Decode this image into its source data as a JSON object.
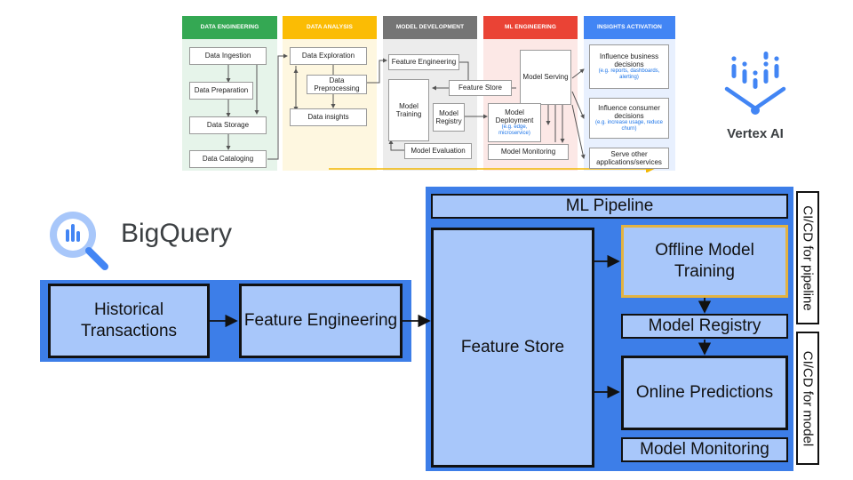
{
  "lifecycle": {
    "columns": [
      {
        "title": "DATA ENGINEERING",
        "color": "#34a853"
      },
      {
        "title": "DATA ANALYSIS",
        "color": "#fbbc04"
      },
      {
        "title": "MODEL DEVELOPMENT",
        "color": "#757575"
      },
      {
        "title": "ML ENGINEERING",
        "color": "#ea4335"
      },
      {
        "title": "INSIGHTS ACTIVATION",
        "color": "#4285f4"
      }
    ],
    "boxes": {
      "data_ingestion": "Data Ingestion",
      "data_preparation": "Data Preparation",
      "data_storage": "Data Storage",
      "data_cataloging": "Data Cataloging",
      "data_exploration": "Data Exploration",
      "data_preprocessing": "Data Preprocessing",
      "data_insights": "Data insights",
      "feature_engineering": "Feature Engineering",
      "feature_store": "Feature Store",
      "model_training": "Model Training",
      "model_registry": "Model Registry",
      "model_evaluation": "Model Evaluation",
      "model_serving": "Model Serving",
      "model_deployment": "Model Deployment",
      "model_deployment_note": "(e.g. edge, microservice)",
      "model_monitoring": "Model Monitoring",
      "influence_business": "Influence business decisions",
      "influence_business_note": "(e.g. reports, dashboards, alerting)",
      "influence_consumer": "Influence consumer decisions",
      "influence_consumer_note": "(e.g. increase usage, reduce churn)",
      "serve_other": "Serve other applications/services"
    }
  },
  "vertex": {
    "name": "Vertex AI",
    "icon": "vertex-ai-logo-icon",
    "color": "#4285f4"
  },
  "bigquery": {
    "name": "BigQuery",
    "icon": "bigquery-magnifier-icon",
    "color": "#4285f4"
  },
  "pipeline": {
    "historical_transactions": "Historical Transactions",
    "feature_engineering": "Feature Engineering",
    "feature_store": "Feature Store",
    "ml_pipeline": "ML Pipeline",
    "offline_training": "Offline Model Training",
    "model_registry": "Model Registry",
    "online_predictions": "Online Predictions",
    "model_monitoring": "Model Monitoring",
    "cicd_pipeline": "CI/CD for pipeline",
    "cicd_model": "CI/CD for model"
  },
  "colors": {
    "panel_blue": "#3d7ee8",
    "box_blue": "#a8c7fa",
    "highlight": "#e3b341",
    "arrow_yellow": "#f2b705"
  }
}
